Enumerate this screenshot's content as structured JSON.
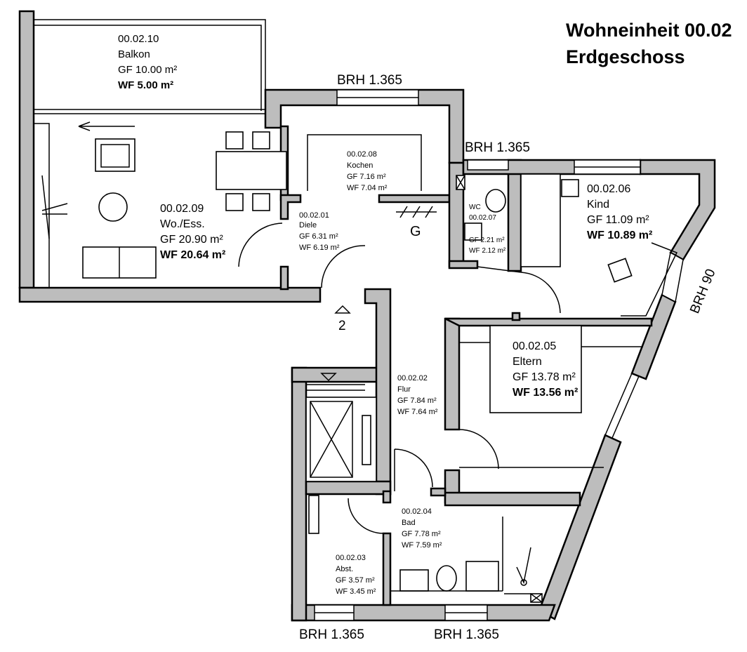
{
  "header": {
    "line1": "Wohneinheit 00.02",
    "line2": "Erdgeschoss"
  },
  "rooms": {
    "balkon": {
      "id": "00.02.10",
      "name": "Balkon",
      "gf": "GF 10.00 m²",
      "wf": "WF 5.00 m²"
    },
    "wohnen": {
      "id": "00.02.09",
      "name": "Wo./Ess.",
      "gf": "GF 20.90 m²",
      "wf": "WF 20.64 m²"
    },
    "kochen": {
      "id": "00.02.08",
      "name": "Kochen",
      "gf": "GF 7.16 m²",
      "wf": "WF 7.04 m²"
    },
    "diele": {
      "id": "00.02.01",
      "name": "Diele",
      "gf": "GF 6.31 m²",
      "wf": "WF 6.19 m²"
    },
    "wc": {
      "id": "00.02.07",
      "name": "WC",
      "gf": "GF 2.21 m²",
      "wf": "WF 2.12 m²"
    },
    "kind": {
      "id": "00.02.06",
      "name": "Kind",
      "gf": "GF 11.09 m²",
      "wf": "WF 10.89 m²"
    },
    "eltern": {
      "id": "00.02.05",
      "name": "Eltern",
      "gf": "GF 13.78 m²",
      "wf": "WF 13.56 m²"
    },
    "flur": {
      "id": "00.02.02",
      "name": "Flur",
      "gf": "GF 7.84 m²",
      "wf": "WF 7.64 m²"
    },
    "bad": {
      "id": "00.02.04",
      "name": "Bad",
      "gf": "GF 7.78 m²",
      "wf": "WF 7.59 m²"
    },
    "abst": {
      "id": "00.02.03",
      "name": "Abst.",
      "gf": "GF 3.57 m²",
      "wf": "WF 3.45 m²"
    }
  },
  "annotations": {
    "brh_top": "BRH 1.365",
    "brh_wc": "BRH 1.365",
    "brh_bottom_left": "BRH 1.365",
    "brh_bottom_right": "BRH 1.365",
    "brh_side": "BRH 90",
    "gas_label": "G",
    "entrance_number": "2"
  }
}
